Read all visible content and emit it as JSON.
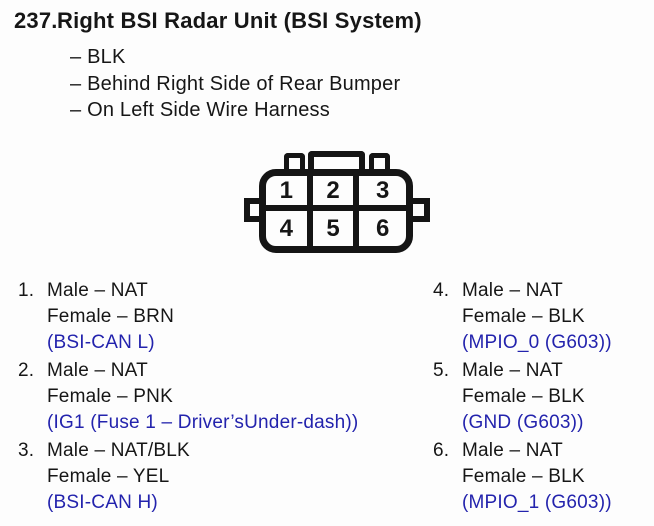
{
  "page": {
    "background": "#fdfdfd",
    "text_color": "#161616",
    "signal_blue": "#2323ad",
    "line_color": "#151515"
  },
  "header": {
    "number": "237.",
    "title": "Right BSI Radar Unit (BSI System)"
  },
  "notes": [
    "– BLK",
    "– Behind Right Side of Rear Bumper",
    "– On Left Side Wire Harness"
  ],
  "connector": {
    "type": "6-pin connector, 2 rows x 3 columns, face view",
    "cells": [
      "1",
      "2",
      "3",
      "4",
      "5",
      "6"
    ]
  },
  "pins": [
    {
      "number": "1.",
      "male": "Male – NAT",
      "female": "Female – BRN",
      "signal": "(BSI-CAN L)"
    },
    {
      "number": "2.",
      "male": "Male – NAT",
      "female": "Female – PNK",
      "signal": "(IG1 (Fuse 1 – Driver’sUnder-dash))"
    },
    {
      "number": "3.",
      "male": "Male – NAT/BLK",
      "female": "Female – YEL",
      "signal": "(BSI-CAN H)"
    },
    {
      "number": "4.",
      "male": "Male – NAT",
      "female": "Female – BLK",
      "signal": "(MPIO_0 (G603))"
    },
    {
      "number": "5.",
      "male": "Male – NAT",
      "female": "Female – BLK",
      "signal": "(GND (G603))"
    },
    {
      "number": "6.",
      "male": "Male – NAT",
      "female": "Female – BLK",
      "signal": "(MPIO_1 (G603))"
    }
  ]
}
